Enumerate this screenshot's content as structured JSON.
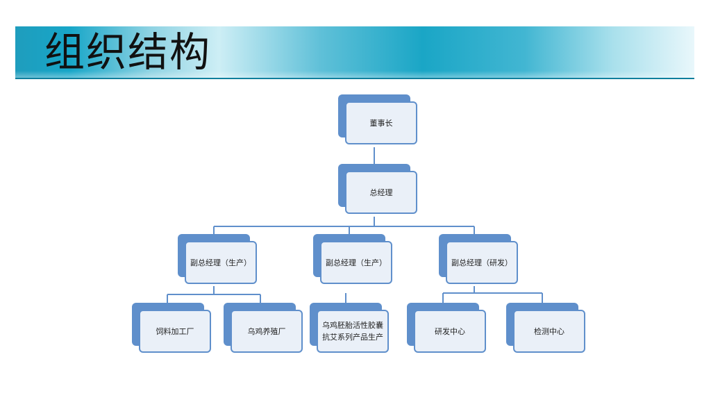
{
  "title": "组织结构",
  "org": {
    "chairman": "董事长",
    "general_manager": "总经理",
    "vp1": "副总经理（生产）",
    "vp2": "副总经理（生产）",
    "vp3": "副总经理（研发）",
    "feed_factory": "饲料加工厂",
    "chicken_farm": "乌鸡养殖厂",
    "product_line": "乌鸡胚胎活性胶囊抗艾系列产品生产",
    "rd_center": "研发中心",
    "testing_center": "检测中心"
  },
  "colors": {
    "box_fill": "#eaf0f8",
    "box_back": "#5f8fcb",
    "line": "#5f8fcb"
  }
}
